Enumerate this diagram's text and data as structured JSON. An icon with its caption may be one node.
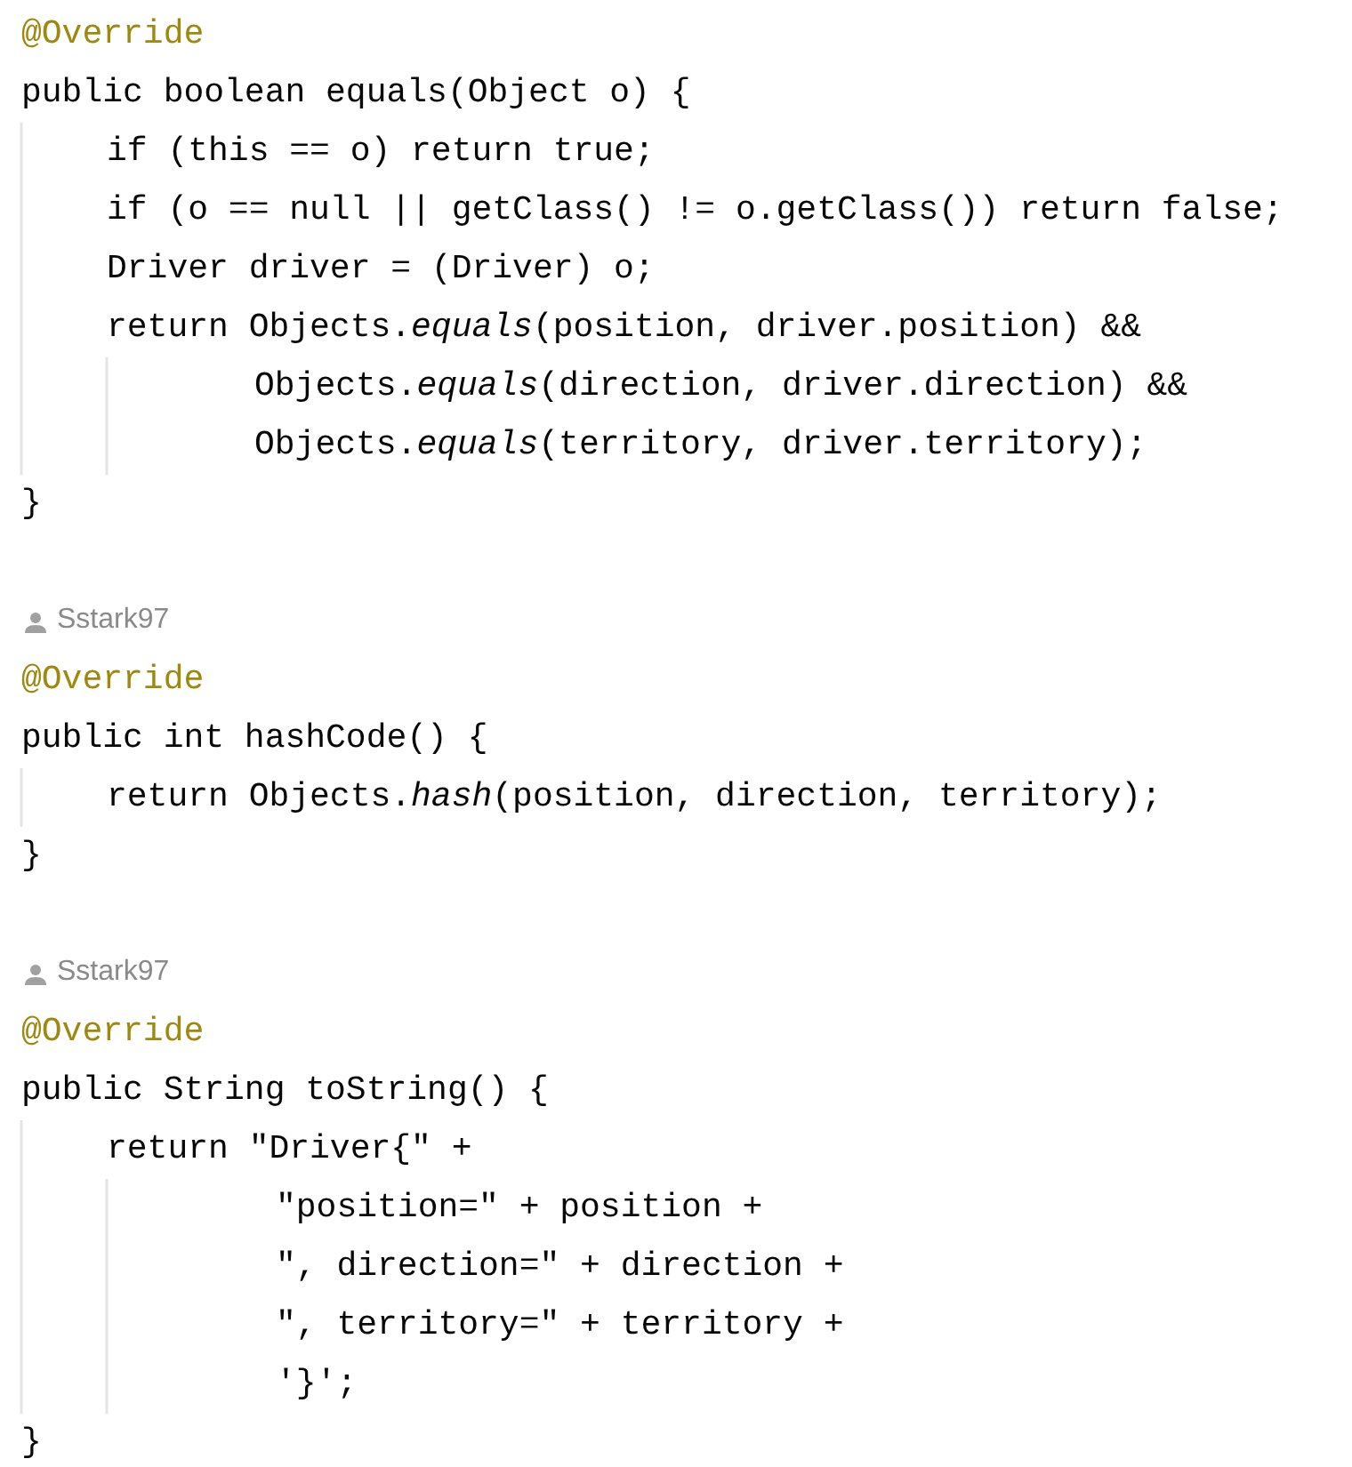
{
  "diagram": {
    "labels": [
      "@Override",
      "public boolean equals(Object o) {",
      "if (this == o) return true;",
      "if (o == null || getClass() != o.getClass()) return false;",
      "Driver driver = (Driver) o;",
      "return Objects.*equals*(position, driver.position) &&",
      "Objects.*equals*(direction, driver.direction) &&",
      "Objects.*equals*(territory, driver.territory);",
      "}",
      "Sstark97",
      "@Override",
      "public int hashCode() {",
      "return Objects.*hash*(position, direction, territory);",
      "}",
      "Sstark97",
      "@Override",
      "public String toString() {",
      "return \"Driver{\" +",
      "\"position=\" + position +",
      "\", direction=\" + direction +",
      "\", territory=\" + territory +",
      "'}';",
      "}"
    ]
  }
}
